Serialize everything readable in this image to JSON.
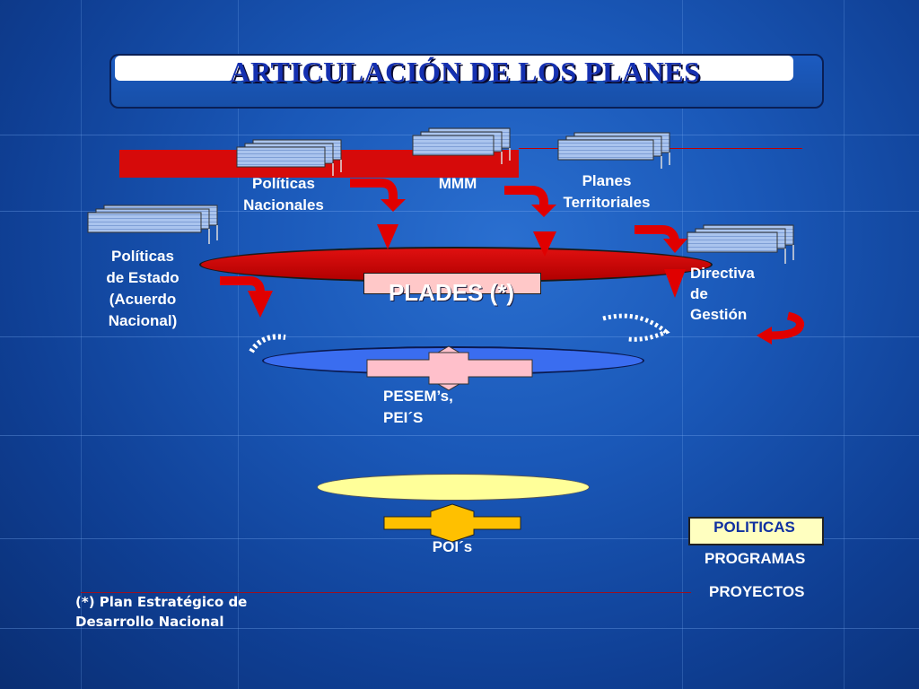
{
  "title": "ARTICULACIÓN DE LOS PLANES",
  "nodes": {
    "politicas_nacionales": "Políticas\nNacionales",
    "mmm": "MMM",
    "planes_territoriales": "Planes\nTerritoriales",
    "politicas_estado": "Políticas\nde Estado\n(Acuerdo\nNacional)",
    "directiva": "Directiva\nde\nGestión",
    "plades": "PLADES (*)",
    "pesem": "PESEM’s,\nPEI´S",
    "poi": "POI´s"
  },
  "legend": {
    "politicas": "POLITICAS",
    "programas": "PROGRAMAS",
    "proyectos": "PROYECTOS"
  },
  "footnote": "(*) Plan Estratégico de\nDesarrollo Nacional",
  "colors": {
    "background": "#1a58b8",
    "title_text": "#1530b0",
    "red_ellipse": "#e01010",
    "blue_ellipse": "#3a6df0",
    "yellow_ellipse": "#ffff99",
    "plades_box": "#ffc8c8",
    "document_icon": "#aac4ee"
  }
}
